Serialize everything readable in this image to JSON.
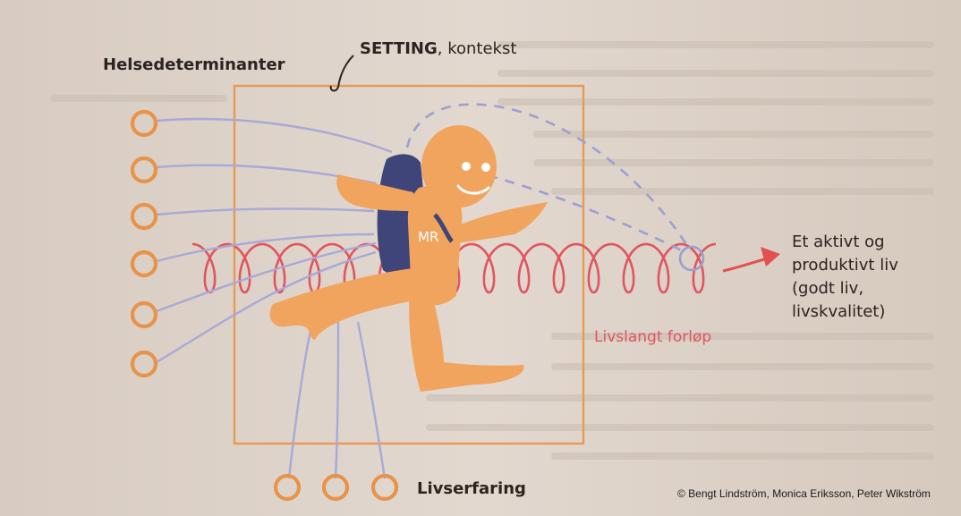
{
  "labels": {
    "determinants": "Helsedeterminanter",
    "setting_bold": "SETTING",
    "setting_rest": ", kontekst",
    "mr": "MR",
    "lifelong_course": "Livslangt forløp",
    "life_experience": "Livserfaring",
    "outcome_lines": [
      "Et aktivt og",
      "produktivt liv",
      "(godt liv,",
      "livskvalitet)"
    ],
    "credit": "© Bengt Lindström, Monica Eriksson, Peter Wikström"
  },
  "colors": {
    "page": "#ddd2c9",
    "page_shadow": "#cfc3b8",
    "setting_frame": "#e79a52",
    "ring": "#e8934a",
    "figure": "#f0a45e",
    "backpack": "#3f4579",
    "thread": "#a8a9d6",
    "spiral": "#e0555e",
    "arrow": "#e2504f",
    "dashed": "#9c9fd0"
  },
  "icons": {
    "figure": "person-with-backpack-icon",
    "ring": "ring-icon",
    "arrow": "arrow-right-icon"
  },
  "notes": {
    "determinant_count": 6,
    "life_experience_count": 3,
    "spiral_loops": 15
  }
}
